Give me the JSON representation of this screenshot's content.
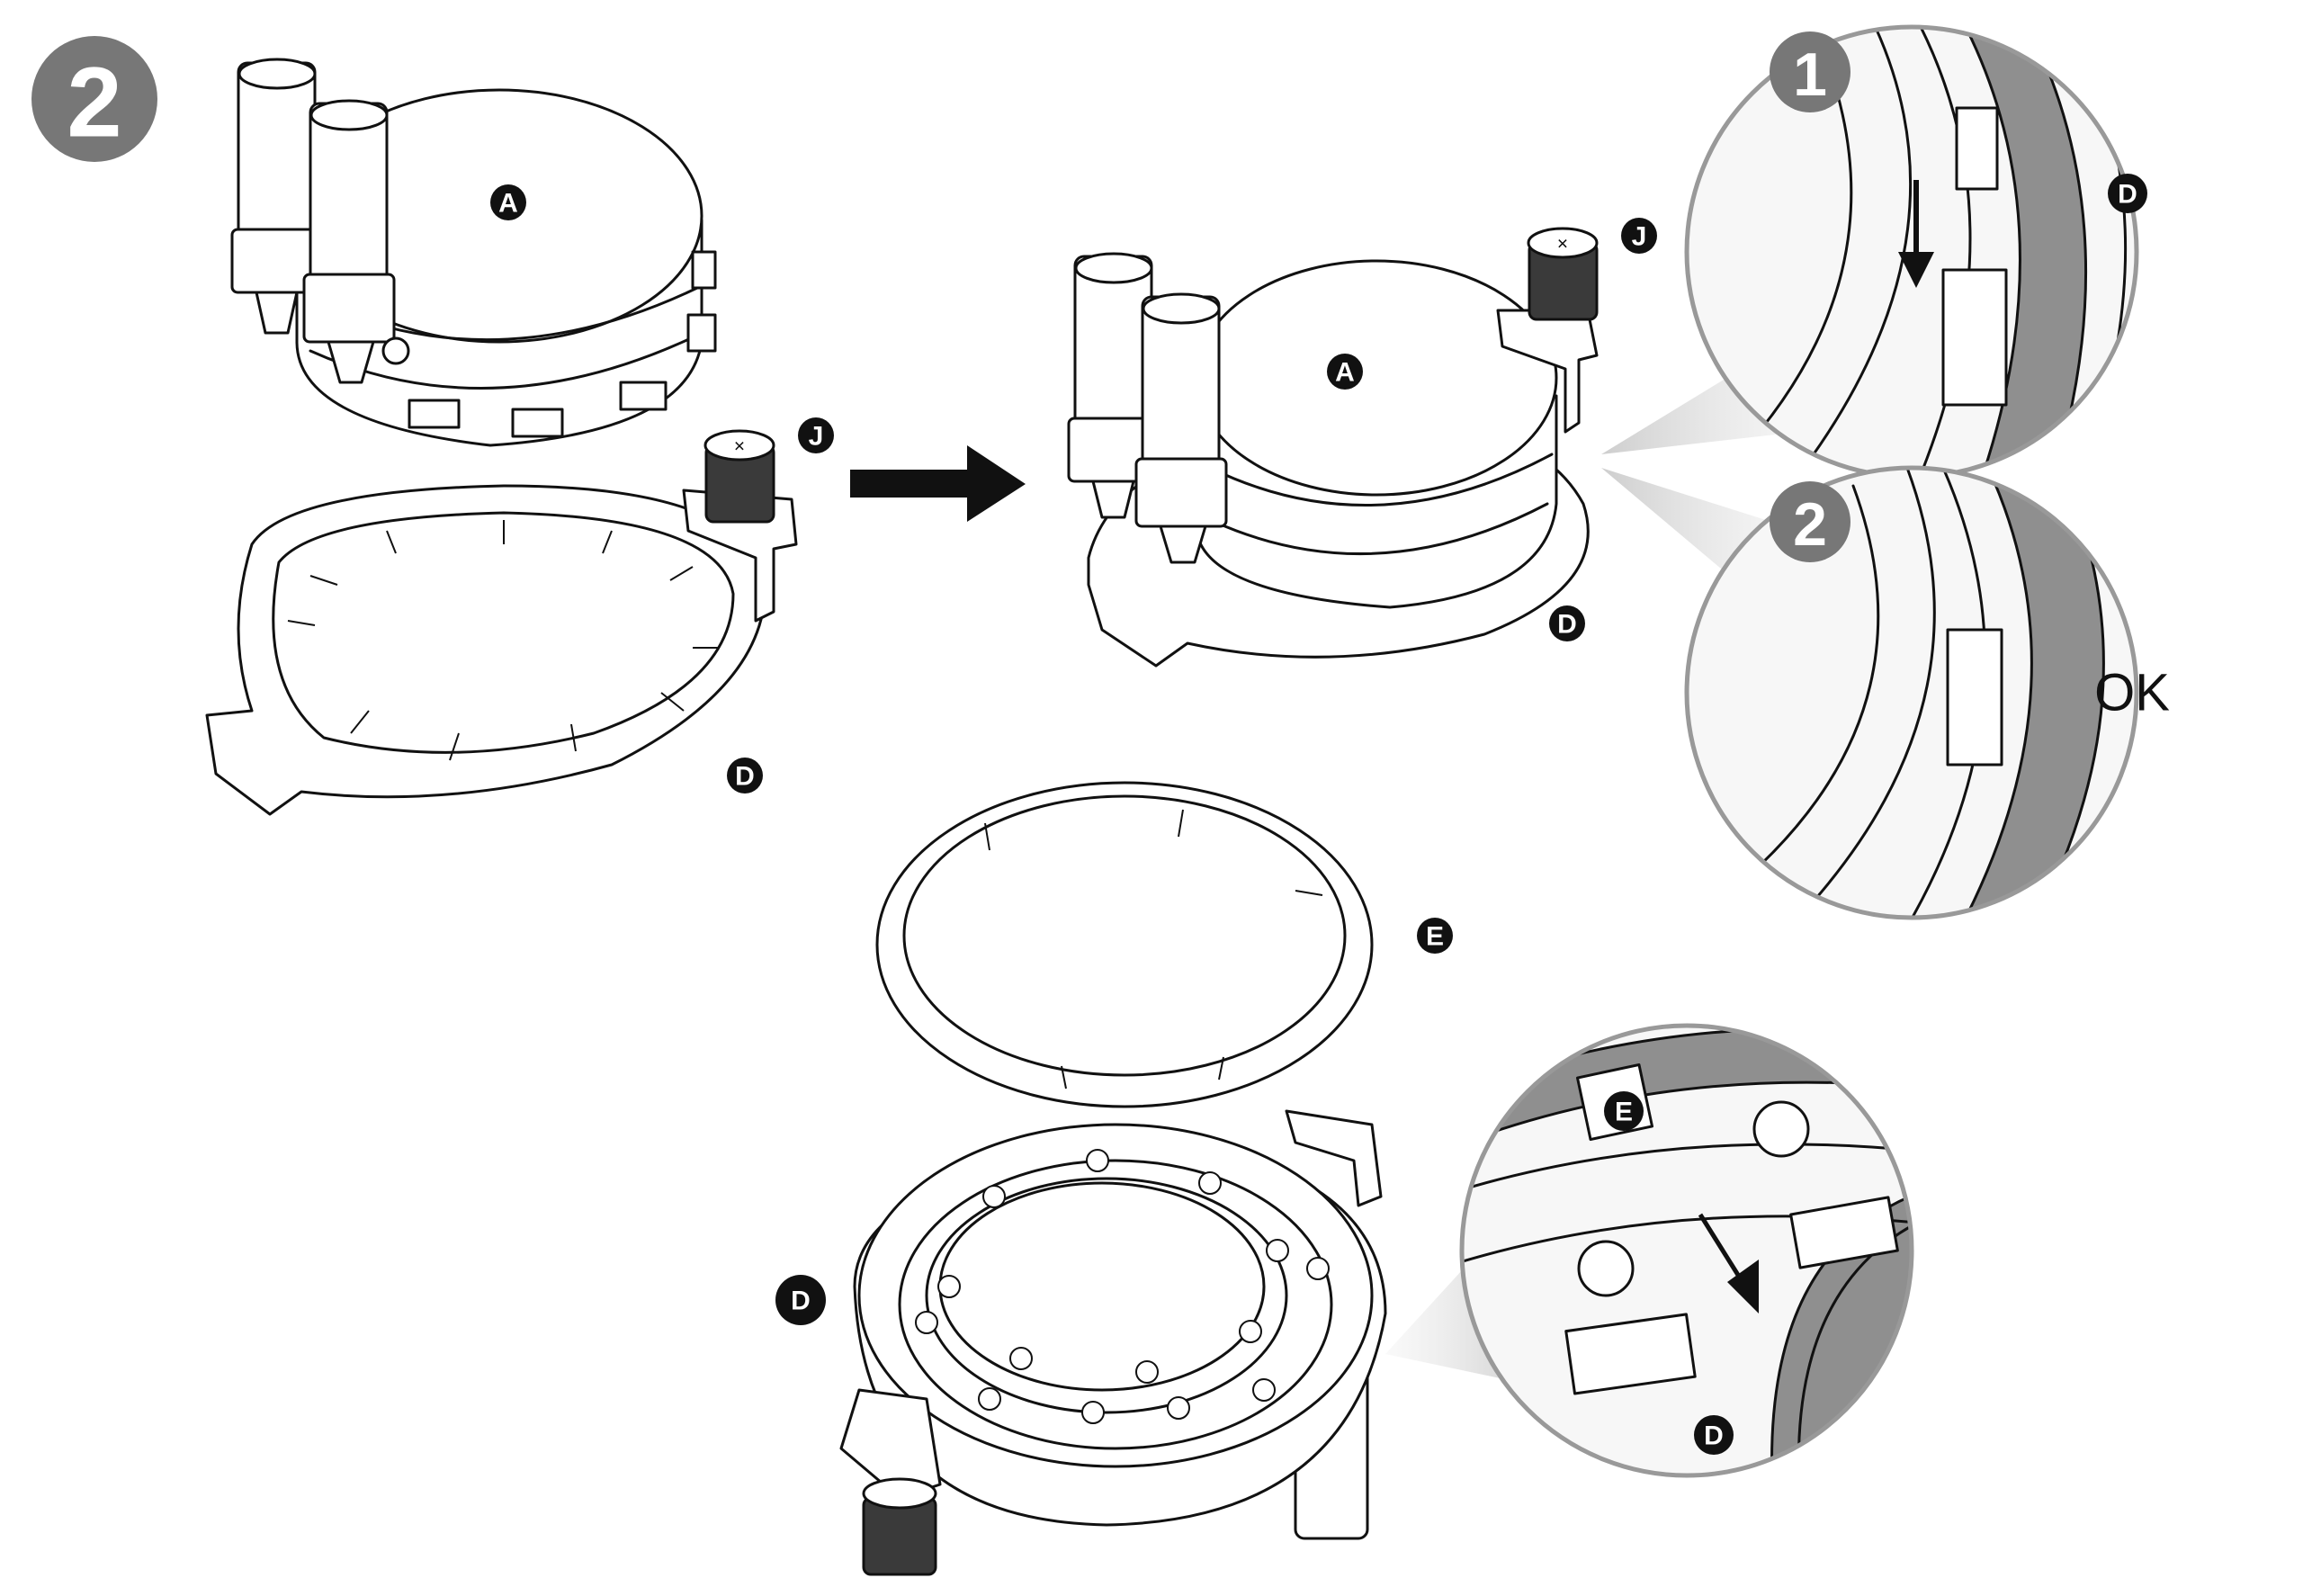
{
  "step": {
    "number": "2",
    "color": "#777777"
  },
  "labels": {
    "A_left": "A",
    "A_right": "A",
    "J_left": "J",
    "J_right": "J",
    "D_left": "D",
    "D_right": "D",
    "D_detail_top": "D",
    "D_bottom": "D",
    "D_detail_bottom": "D",
    "E_ring": "E",
    "E_detail": "E"
  },
  "detail_steps": {
    "first": "1",
    "second": "2"
  },
  "ok_text": "OK",
  "colors": {
    "line": "#111111",
    "label_bg": "#111111",
    "shadow": "#8f8f8f",
    "knob": "#3a3a3a"
  },
  "icons": {
    "arrow": "right-arrow-icon",
    "step_badge": "circled-number-icon"
  }
}
